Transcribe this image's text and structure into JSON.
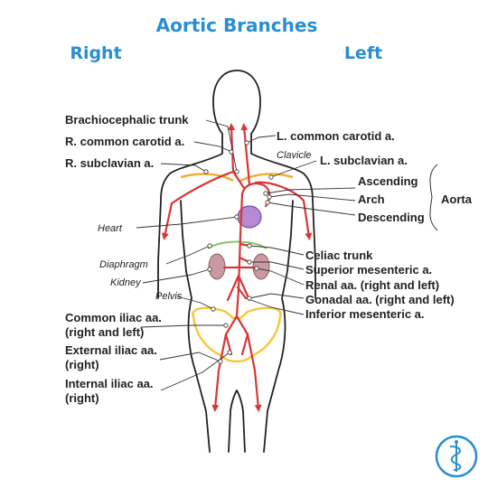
{
  "title": "Aortic Branches",
  "side_right": "Right",
  "side_left": "Left",
  "labels": {
    "brachiocephalic_trunk": "Brachiocephalic trunk",
    "r_common_carotid": "R. common carotid a.",
    "r_subclavian": "R. subclavian a.",
    "l_common_carotid": "L. common carotid a.",
    "clavicle": "Clavicle",
    "l_subclavian": "L. subclavian a.",
    "ascending": "Ascending",
    "arch": "Arch",
    "descending": "Descending",
    "aorta": "Aorta",
    "heart": "Heart",
    "celiac_trunk": "Celiac trunk",
    "diaphragm": "Diaphragm",
    "superior_mesenteric": "Superior mesenteric a.",
    "kidney": "Kidney",
    "renal": "Renal aa. (right and left)",
    "pelvis": "Pelvis",
    "gonadal": "Gonadal aa. (right and left)",
    "inferior_mesenteric": "Inferior mesenteric a.",
    "common_iliac_1": "Common iliac aa.",
    "common_iliac_2": "(right and left)",
    "external_iliac_1": "External iliac aa.",
    "external_iliac_2": "(right)",
    "internal_iliac_1": "Internal iliac aa.",
    "internal_iliac_2": "(right)"
  },
  "colors": {
    "title": "#2a8fd0",
    "artery": "#d93535",
    "clavicle": "#f0b030",
    "pelvis": "#f5c842",
    "heart": "#b58ad0",
    "kidney": "#c99aa2",
    "diaphragm": "#8ac16a",
    "logo": "#2a8fd0"
  },
  "logo_icon": "caduceus-icon"
}
